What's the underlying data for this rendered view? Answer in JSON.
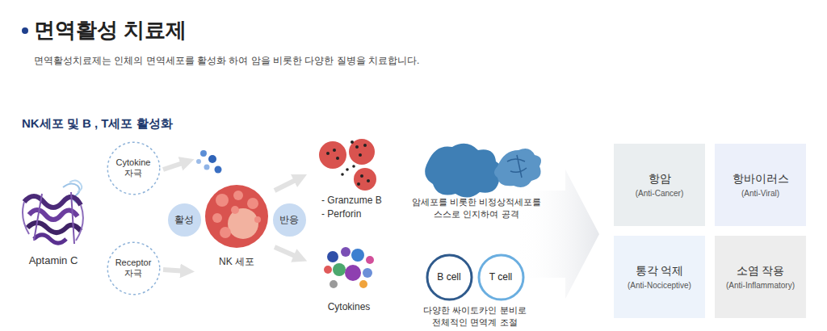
{
  "diagram": {
    "title": "면역활성 치료제",
    "nodes": [
      {
        "text": [
          "Cytokine 자극"
        ]
      },
      {
        "text": [
          "Receptor 자극"
        ]
      },
      {
        "text": [
          "활성"
        ]
      },
      {
        "text": [
          "NK 세포"
        ]
      },
      {
        "text": [
          "반응"
        ]
      },
      {
        "text": [
          "B cell"
        ]
      },
      {
        "text": [
          "T cell"
        ]
      },
      {
        "text": [
          "항암",
          "(Anti-Cancer)"
        ]
      },
      {
        "text": [
          "항바이러스",
          "(Anti-Viral)"
        ]
      },
      {
        "text": [
          "통각 억제",
          "(Anti-Nociceptive)"
        ]
      },
      {
        "text": [
          "소염 작용",
          "(Anti-Inflammatory)"
        ]
      }
    ],
    "labels": [
      "면역활성치료제는 인체의 면역세포를 활성화 하여 암을 비롯한 다양한 질병을 치료합니다.",
      "NK세포 및 B , T세포 활성화",
      "Aptamin C",
      "- Granzume B",
      "- Perforin",
      "Cytokines",
      "암세포를 비롯한 비정상적세포를 스스로 인지하여 공격",
      "다양한 싸이토카인 분비로 전체적인 면역계 조절"
    ]
  }
}
